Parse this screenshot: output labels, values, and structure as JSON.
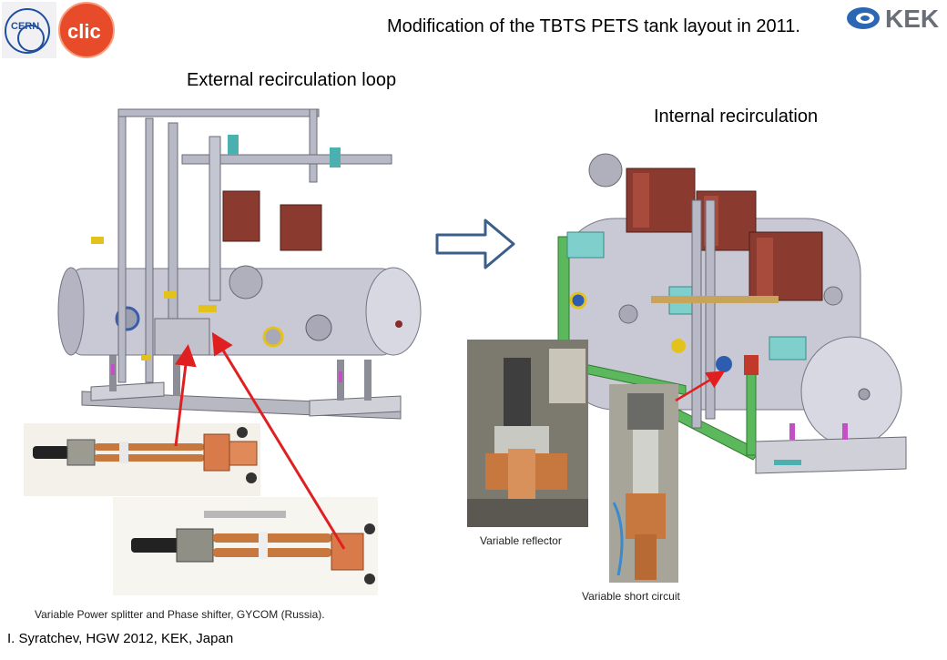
{
  "title": "Modification of the TBTS PETS tank layout in 2011.",
  "left_heading": "External recirculation loop",
  "right_heading": "Internal recirculation",
  "captions": {
    "splitter": "Variable Power splitter and Phase shifter, GYCOM (Russia).",
    "reflector": "Variable reflector",
    "short_circuit": "Variable short circuit"
  },
  "footer": "I. Syratchev, HGW 2012, KEK, Japan",
  "logos": {
    "cern": "CERN",
    "clic": "clic",
    "kek": "KEK"
  },
  "colors": {
    "tank": "#c9c9d6",
    "klystron": "#8b3a2f",
    "arrow_red": "#e02020",
    "flow_arrow": "#3b5f8a",
    "frame_green": "#5cb85c"
  }
}
